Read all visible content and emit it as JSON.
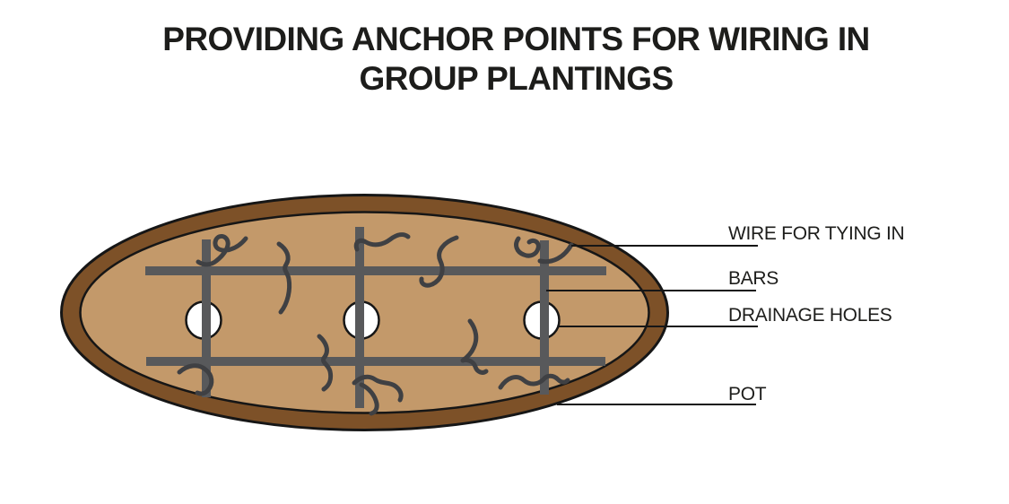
{
  "title": {
    "line1": "PROVIDING ANCHOR POINTS FOR WIRING IN",
    "line2": "GROUP PLANTINGS"
  },
  "diagram": {
    "type": "labeled-illustration",
    "labels": {
      "wire": "WIRE FOR TYING IN",
      "bars": "BARS",
      "drainage": "DRAINAGE HOLES",
      "pot": "POT"
    },
    "colors": {
      "background": "#ffffff",
      "pot_rim": "#7d5128",
      "pot_interior": "#c3996a",
      "outline": "#161616",
      "bar": "#58595b",
      "wire": "#3f4043",
      "drainage_hole": "#ffffff",
      "leader_line": "#161616",
      "label_text": "#1d1d1b"
    },
    "counts": {
      "horizontal_bars": 2,
      "vertical_bars": 3,
      "drainage_holes": 3,
      "tying_wires": 10
    },
    "wires": [
      "M221,292 C227,296 235,296 241,291 C250,284 257,274 253,267 C249,261 241,263 240,270 C239,278 248,281 257,278 C264,276 270,271 274,266",
      "M311,272 C320,278 324,287 319,295 C315,301 321,304 322,311 C324,323 321,338 313,348",
      "M398,278 C395,270 401,266 408,270 C417,275 427,273 435,267 C443,261 450,260 455,264",
      "M509,265 C495,270 486,280 491,291 C496,302 492,312 482,317 C475,320 469,317 470,311",
      "M578,266 C573,273 576,281 584,284 C591,287 598,284 600,277 C602,270 595,266 590,270 M602,291 C616,294 629,287 637,273",
      "M524,358 C531,367 533,378 528,388 C525,395 520,399 516,402 C521,400 528,403 530,409 C532,415 538,417 542,414",
      "M200,415 C209,407 221,405 229,412 C237,418 238,428 232,435 C229,439 224,440 220,438",
      "M356,375 C364,382 367,391 362,398 C357,404 366,406 368,414 C370,423 367,430 361,434",
      "M395,427 C402,420 411,418 418,423 C425,428 434,426 440,430 C446,434 449,440 446,446 M403,429 C412,433 418,441 420,450 C421,456 418,460 414,461",
      "M558,432 C565,421 576,417 584,424 C591,430 600,429 606,423 C610,418 617,418 622,423 C626,427 630,427 633,424"
    ]
  }
}
